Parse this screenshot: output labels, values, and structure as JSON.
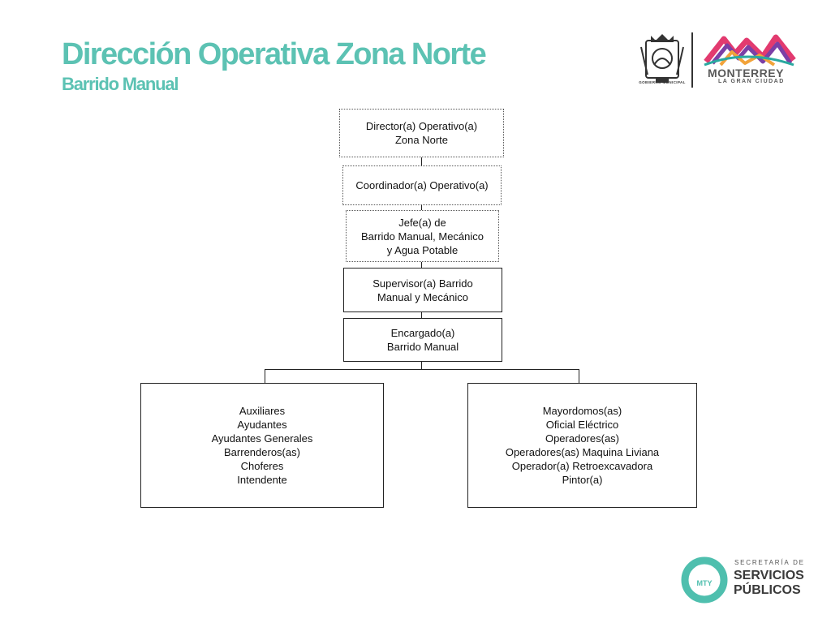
{
  "header": {
    "title": "Dirección Operativa Zona Norte",
    "subtitle": "Barrido Manual"
  },
  "logos": {
    "seal_caption": "GOBIERNO MUNICIPAL",
    "city_name": "MONTERREY",
    "city_tagline": "LA GRAN CIUDAD",
    "secretaria_label": "SECRETARÍA DE",
    "secretaria_name_line1": "SERVICIOS",
    "secretaria_name_line2": "PÚBLICOS",
    "secretaria_badge": "MTY"
  },
  "org": {
    "director": "Director(a) Operativo(a)\nZona Norte",
    "coordinador": "Coordinador(a) Operativo(a)",
    "jefe": "Jefe(a) de\nBarrido Manual, Mecánico\ny Agua Potable",
    "supervisor": "Supervisor(a) Barrido\nManual y Mecánico",
    "encargado": "Encargado(a)\nBarrido Manual",
    "left_group": "Auxiliares\nAyudantes\nAyudantes Generales\nBarrenderos(as)\nChoferes\nIntendente",
    "right_group": "Mayordomos(as)\nOficial  Eléctrico\nOperadores(as)\nOperadores(as) Maquina Liviana\nOperador(a) Retroexcavadora\nPintor(a)"
  },
  "colors": {
    "title": "#5cc2b3",
    "secretaria_ring": "#4fbfae"
  }
}
